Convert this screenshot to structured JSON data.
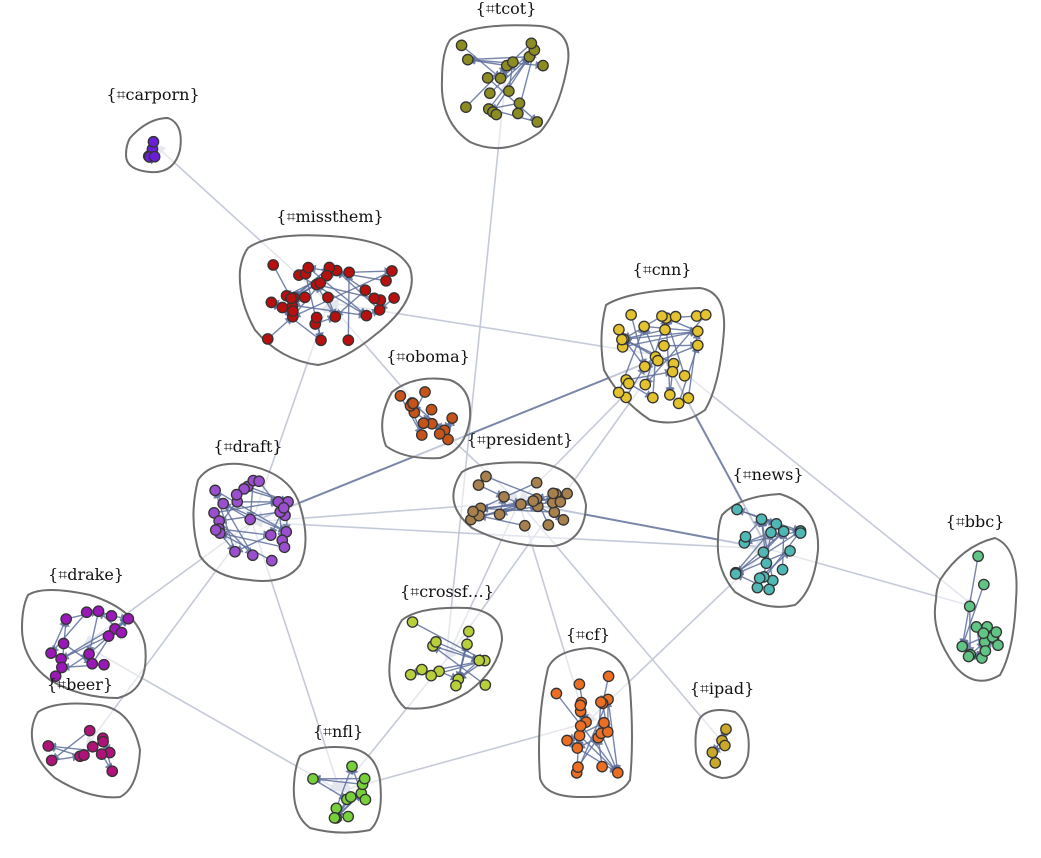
{
  "graph": {
    "clusters": [
      {
        "id": "tcot",
        "label": "{⌗tcot}",
        "color": "#8c8c22",
        "count": 19
      },
      {
        "id": "carporn",
        "label": "{⌗carporn}",
        "color": "#6a1fd6",
        "count": 5
      },
      {
        "id": "missthem",
        "label": "{⌗missthem}",
        "color": "#b80f0f",
        "count": 34
      },
      {
        "id": "cnn",
        "label": "{⌗cnn}",
        "color": "#e3c22d",
        "count": 30
      },
      {
        "id": "oboma",
        "label": "{⌗oboma}",
        "color": "#c6541a",
        "count": 14
      },
      {
        "id": "president",
        "label": "{⌗president}",
        "color": "#a7804d",
        "count": 22
      },
      {
        "id": "draft",
        "label": "{⌗draft}",
        "color": "#9b4fcf",
        "count": 26
      },
      {
        "id": "news",
        "label": "{⌗news}",
        "color": "#4fb8b4",
        "count": 20
      },
      {
        "id": "bbc",
        "label": "{⌗bbc}",
        "color": "#5fc484",
        "count": 16
      },
      {
        "id": "drake",
        "label": "{⌗drake}",
        "color": "#9a17b8",
        "count": 16
      },
      {
        "id": "crossf",
        "label": "{⌗crossf…}",
        "color": "#b7d03a",
        "count": 14
      },
      {
        "id": "cf",
        "label": "{⌗cf}",
        "color": "#ec6e22",
        "count": 22
      },
      {
        "id": "ipad",
        "label": "{⌗ipad}",
        "color": "#c9a82a",
        "count": 5
      },
      {
        "id": "beer",
        "label": "{⌗beer}",
        "color": "#b1127a",
        "count": 11
      },
      {
        "id": "nfl",
        "label": "{⌗nfl}",
        "color": "#77d03a",
        "count": 12
      }
    ],
    "edges": [
      {
        "from": "missthem",
        "to": "carporn"
      },
      {
        "from": "cnn",
        "to": "missthem"
      },
      {
        "from": "oboma",
        "to": "missthem"
      },
      {
        "from": "draft",
        "to": "missthem"
      },
      {
        "from": "crossf",
        "to": "tcot"
      },
      {
        "from": "cnn",
        "to": "draft"
      },
      {
        "from": "president",
        "to": "draft"
      },
      {
        "from": "news",
        "to": "draft"
      },
      {
        "from": "cnn",
        "to": "president"
      },
      {
        "from": "oboma",
        "to": "president"
      },
      {
        "from": "cnn",
        "to": "news"
      },
      {
        "from": "cnn",
        "to": "bbc"
      },
      {
        "from": "president",
        "to": "news"
      },
      {
        "from": "draft",
        "to": "drake"
      },
      {
        "from": "draft",
        "to": "beer"
      },
      {
        "from": "draft",
        "to": "nfl"
      },
      {
        "from": "drake",
        "to": "nfl"
      },
      {
        "from": "president",
        "to": "crossf"
      },
      {
        "from": "president",
        "to": "cf"
      },
      {
        "from": "president",
        "to": "ipad"
      },
      {
        "from": "news",
        "to": "cf"
      },
      {
        "from": "news",
        "to": "bbc"
      },
      {
        "from": "cnn",
        "to": "crossf"
      },
      {
        "from": "crossf",
        "to": "nfl"
      },
      {
        "from": "cf",
        "to": "nfl"
      }
    ]
  }
}
